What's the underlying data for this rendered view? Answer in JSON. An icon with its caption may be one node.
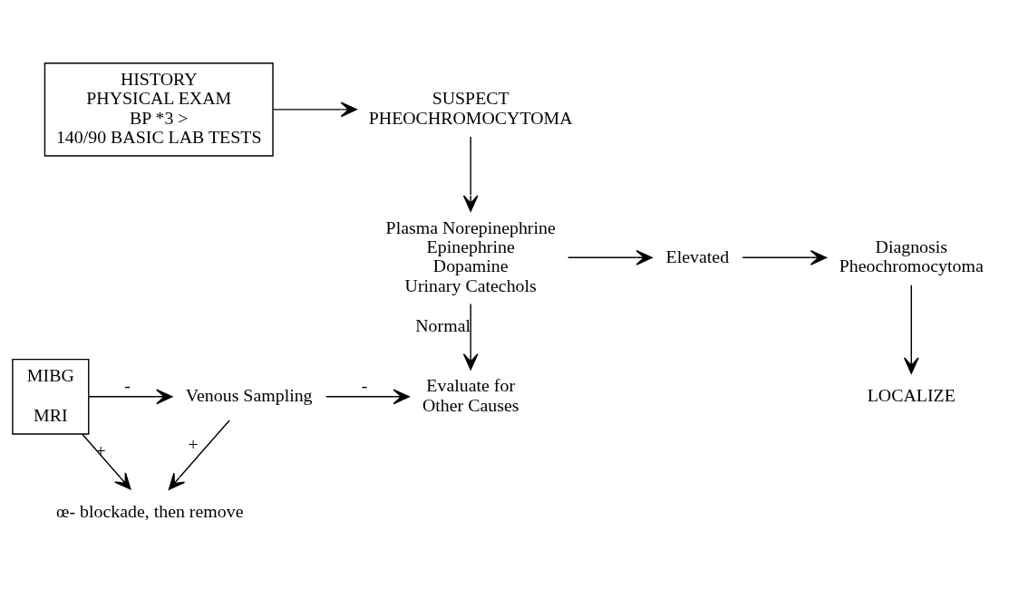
{
  "diagram": {
    "nodes": [
      {
        "text": [
          "HISTORY PHYSICAL EXAM BP *3 > 140/90 BASIC LAB TESTS"
        ]
      },
      {
        "text": [
          "SUSPECT PHEOCHROMOCYTOMA"
        ]
      },
      {
        "text": [
          "Plasma Norepinephrine Epinephrine Dopamine Urinary Catechols"
        ]
      },
      {
        "text": [
          "Elevated"
        ]
      },
      {
        "text": [
          "Diagnosis Pheochromocytoma"
        ]
      },
      {
        "text": [
          "LOCALIZE"
        ]
      },
      {
        "text": [
          "MIBG",
          "MRI"
        ]
      },
      {
        "text": [
          "Venous Sampling"
        ]
      },
      {
        "text": [
          "Evaluate for Other Causes"
        ]
      },
      {
        "text": [
          "œ- blockade, then remove"
        ]
      }
    ],
    "edges": [
      {
        "from": 0,
        "to": 1,
        "arrow": "to"
      },
      {
        "from": 1,
        "to": 2,
        "arrow": "to"
      },
      {
        "from": 2,
        "to": 3,
        "arrow": "to"
      },
      {
        "from": 3,
        "to": 4,
        "arrow": "to"
      },
      {
        "from": 4,
        "to": 5,
        "arrow": "to"
      },
      {
        "from": 2,
        "to": 8,
        "label": "Normal",
        "arrow": "to"
      },
      {
        "from": 6,
        "to": 7,
        "label": "-",
        "arrow": "to"
      },
      {
        "from": 7,
        "to": 8,
        "label": "-",
        "arrow": "to"
      },
      {
        "from": 7,
        "to": 9,
        "label": "+",
        "arrow": "to"
      },
      {
        "from": 6,
        "to": 9,
        "label": "+",
        "arrow": "to"
      }
    ]
  }
}
